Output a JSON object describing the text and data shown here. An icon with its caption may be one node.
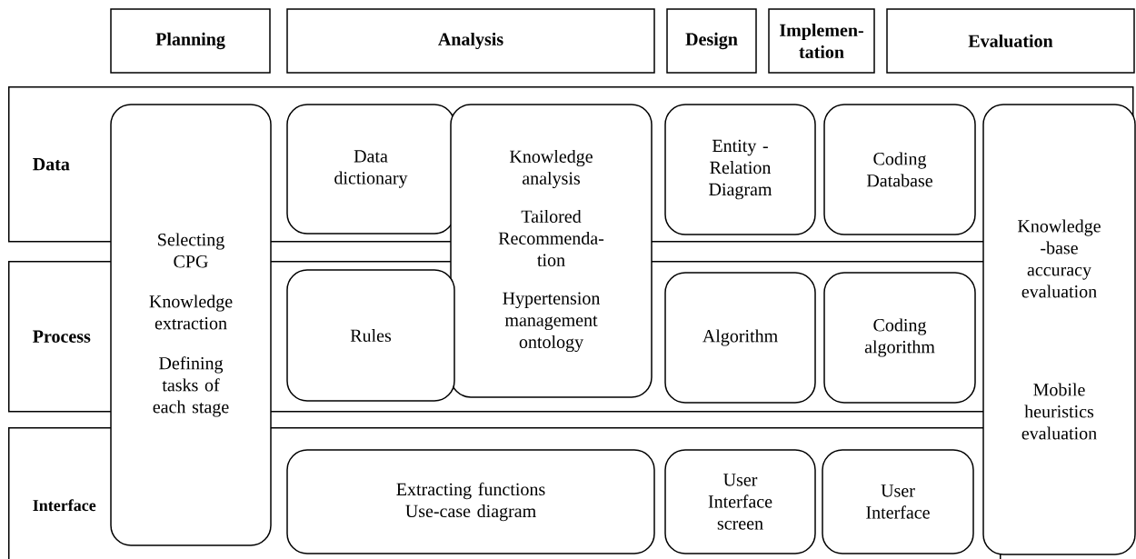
{
  "diagram": {
    "nodes": [
      {
        "text": [
          "Planning"
        ]
      },
      {
        "text": [
          "Analysis"
        ]
      },
      {
        "text": [
          "Design"
        ]
      },
      {
        "text": [
          "Implemen- tation"
        ]
      },
      {
        "text": [
          "Evaluation"
        ]
      },
      {
        "text": [
          "Data"
        ]
      },
      {
        "text": [
          "Selecting CPG",
          "Knowledge extraction",
          "Defining tasks of each stage"
        ]
      },
      {
        "text": [
          "Data dictionary"
        ],
        "in": 5
      },
      {
        "text": [
          "Knowledge analysis",
          "Tailored Recommenda- tion",
          "Hypertension management ontology"
        ]
      },
      {
        "text": [
          "Entity - Relation Diagram"
        ],
        "in": 5
      },
      {
        "text": [
          "Coding Database"
        ],
        "in": 5
      },
      {
        "text": [
          "Knowledge -base accuracy evaluation",
          "Mobile heuristics evaluation"
        ]
      },
      {
        "text": [
          "Process"
        ]
      },
      {
        "text": [
          "Rules"
        ],
        "in": 12
      },
      {
        "text": [
          "Algorithm"
        ],
        "in": 12
      },
      {
        "text": [
          "Coding algorithm"
        ],
        "in": 12
      },
      {
        "text": [
          "Interface"
        ]
      },
      {
        "text": [
          "Extracting functions",
          "Use-case diagram"
        ],
        "in": 16
      },
      {
        "text": [
          "User Interface screen"
        ],
        "in": 16
      },
      {
        "text": [
          "User Interface"
        ],
        "in": 16
      }
    ]
  }
}
